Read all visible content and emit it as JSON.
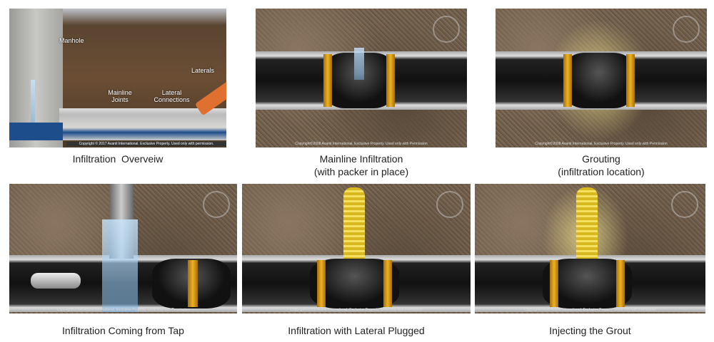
{
  "panels": [
    {
      "caption": "Infiltration  Overveiw",
      "copyright": "Copyright © 2017 Avanti International. Exclusive Property. Used only with permission.",
      "labels": {
        "manhole": "Manhole",
        "laterals": "Laterals",
        "mainline_joints": "Mainline Joints",
        "lateral_connections": "Lateral Connections"
      }
    },
    {
      "caption_line1": "Mainline Infiltration",
      "caption_line2": "(with packer in place)",
      "copyright": "Copyright©2008 Avanti International, Exclusive Property. Used only with Permission"
    },
    {
      "caption_line1": "Grouting",
      "caption_line2": "(infiltration location)",
      "copyright": "Copyright©2008 Avanti International, Exclusive Property. Used only with Permission"
    },
    {
      "caption": "Infiltration Coming from Tap",
      "copyright": "Copyright©2008 Avanti International, Exclusive Property. Used only with Permission"
    },
    {
      "caption": "Infiltration with Lateral Plugged",
      "copyright": "Copyright©2008 Avanti International, Exclusive Property. Used only with Permission"
    },
    {
      "caption": "Injecting the Grout",
      "copyright": "Copyright©2008 Avanti International, Exclusive Property. Used only with Permission"
    }
  ]
}
